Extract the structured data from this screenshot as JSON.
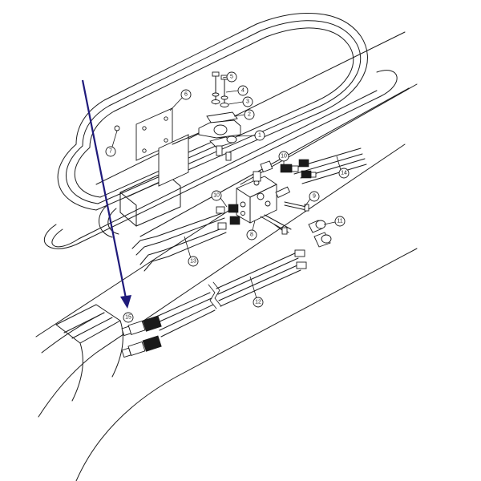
{
  "diagram": {
    "arrow_color": "#1f1a7a",
    "line_color": "#1a1a1a",
    "callouts": [
      {
        "id": "c1",
        "label": "1"
      },
      {
        "id": "c2",
        "label": "2"
      },
      {
        "id": "c3",
        "label": "3"
      },
      {
        "id": "c4",
        "label": "4"
      },
      {
        "id": "c5",
        "label": "5"
      },
      {
        "id": "c6",
        "label": "6"
      },
      {
        "id": "c7",
        "label": "7"
      },
      {
        "id": "c8",
        "label": "8"
      },
      {
        "id": "c9",
        "label": "9"
      },
      {
        "id": "c10a",
        "label": "10"
      },
      {
        "id": "c10b",
        "label": "10"
      },
      {
        "id": "c11",
        "label": "11"
      },
      {
        "id": "c12",
        "label": "12"
      },
      {
        "id": "c13",
        "label": "13"
      },
      {
        "id": "c14",
        "label": "14"
      },
      {
        "id": "c15",
        "label": "15"
      }
    ]
  }
}
